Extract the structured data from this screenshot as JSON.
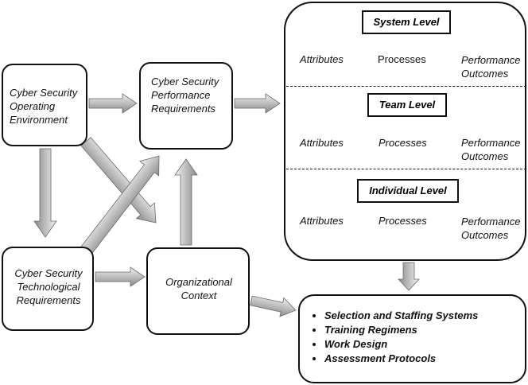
{
  "nodes": {
    "operating_environment": "Cyber Security Operating Environment",
    "performance_requirements": "Cyber Security Performance Requirements",
    "technological_requirements": "Cyber Security Technological Requirements",
    "organizational_context": "Organizational Context"
  },
  "levels": [
    {
      "title": "System Level",
      "attributes": "Attributes",
      "processes": "Processes",
      "outcomes_line1": "Performance",
      "outcomes_line2": "Outcomes"
    },
    {
      "title": "Team Level",
      "attributes": "Attributes",
      "processes": "Processes",
      "outcomes_line1": "Performance",
      "outcomes_line2": "Outcomes"
    },
    {
      "title": "Individual Level",
      "attributes": "Attributes",
      "processes": "Processes",
      "outcomes_line1": "Performance",
      "outcomes_line2": "Outcomes"
    }
  ],
  "outcomes": [
    "Selection and Staffing Systems",
    "Training Regimens",
    "Work Design",
    "Assessment Protocols"
  ]
}
